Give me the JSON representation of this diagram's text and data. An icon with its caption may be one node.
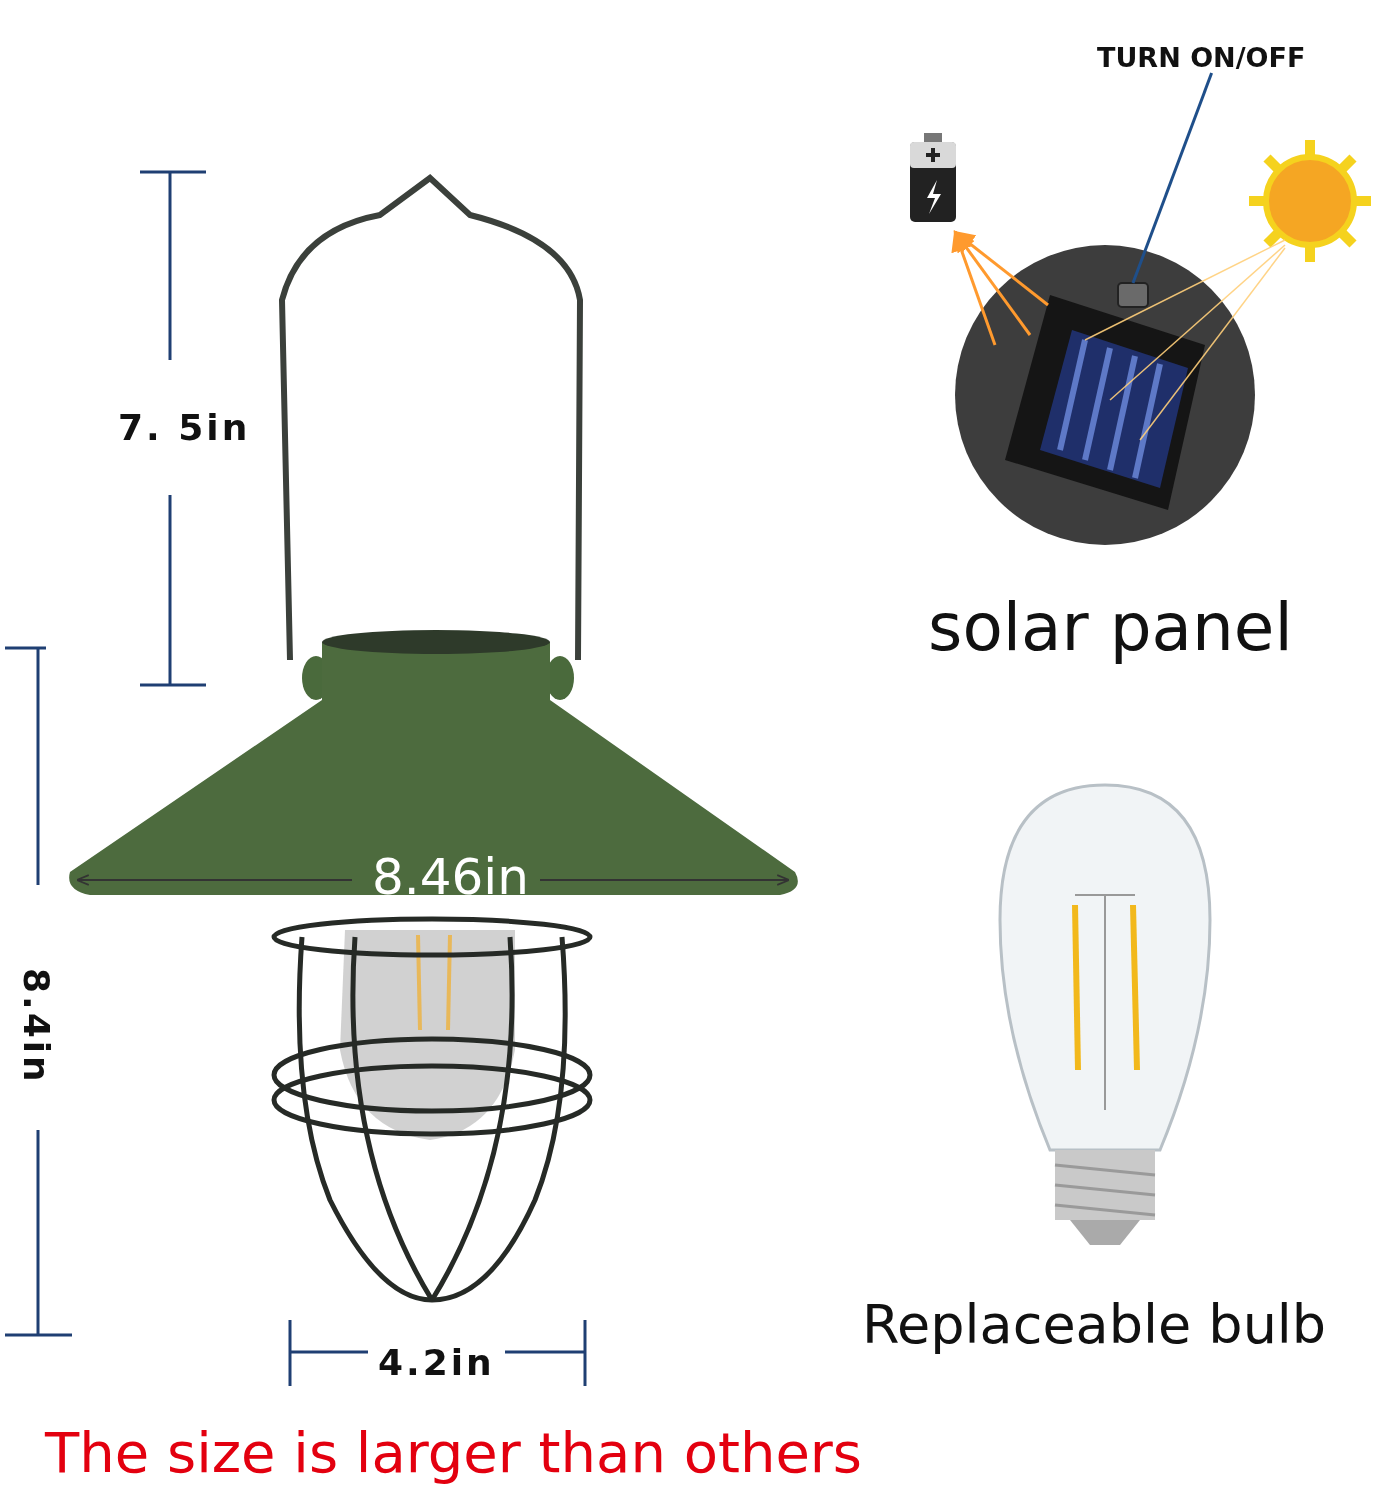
{
  "diagram": {
    "nodes": [
      {
        "text": [
          "TURN ON/OFF"
        ]
      },
      {
        "text": [],
        "shape": "box"
      }
    ],
    "edges": [
      {
        "from": 0,
        "to": 1,
        "arrow": "none"
      }
    ],
    "labels": [
      "7. 5in",
      "8.46in",
      "8.4in",
      "4.2in",
      "solar panel",
      "Replaceable bulb",
      "The size is larger than others"
    ]
  }
}
